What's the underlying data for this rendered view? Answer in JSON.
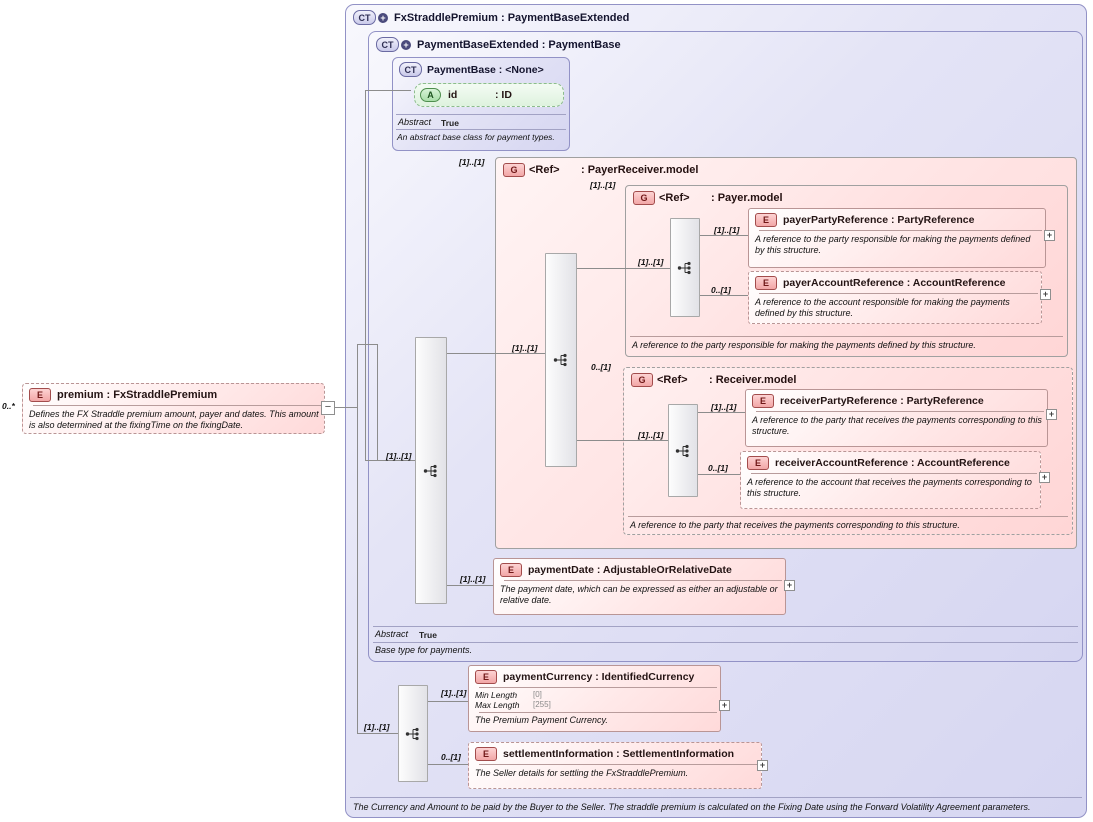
{
  "icons": {
    "plus": "+",
    "minus": "−"
  },
  "nodes": {
    "root": {
      "badge": "CT",
      "title": "FxStraddlePremium : PaymentBaseExtended",
      "footer": "The Currency and Amount to be paid by the Buyer to the Seller. The straddle premium is calculated on the Fixing Date using the Forward Volatility Agreement parameters."
    },
    "payment_base_extended": {
      "badge": "CT",
      "title": "PaymentBaseExtended : PaymentBase",
      "abstract_label": "Abstract",
      "abstract_value": "True",
      "footer": "Base type for payments."
    },
    "payment_base": {
      "badge": "CT",
      "title": "PaymentBase : <None>",
      "abstract_label": "Abstract",
      "abstract_value": "True",
      "footer": "An abstract base class for payment types.",
      "attr": {
        "badge": "A",
        "name": "id",
        "type": ": ID"
      }
    },
    "premium": {
      "badge": "E",
      "title": "premium : FxStraddlePremium",
      "desc": "Defines the FX Straddle premium amount, payer and dates. This amount is also determined at the fixingTime on the fixingDate."
    },
    "payer_receiver": {
      "badge": "G",
      "name": "<Ref>",
      "type": ": PayerReceiver.model"
    },
    "payer": {
      "badge": "G",
      "name": "<Ref>",
      "type": ": Payer.model",
      "footer": "A reference to the party responsible for making the payments defined by this structure."
    },
    "receiver": {
      "badge": "G",
      "name": "<Ref>",
      "type": ": Receiver.model",
      "footer": "A reference to the party that receives the payments corresponding to this structure."
    },
    "payer_party_reference": {
      "badge": "E",
      "title": "payerPartyReference : PartyReference",
      "desc": "A reference to the party responsible for making the payments defined by this structure."
    },
    "payer_account_reference": {
      "badge": "E",
      "title": "payerAccountReference : AccountReference",
      "desc": "A reference to the account responsible for making the payments defined by this structure."
    },
    "receiver_party_reference": {
      "badge": "E",
      "title": "receiverPartyReference : PartyReference",
      "desc": "A reference to the party that receives the payments corresponding to this structure."
    },
    "receiver_account_reference": {
      "badge": "E",
      "title": "receiverAccountReference : AccountReference",
      "desc": "A reference to the account that receives the payments corresponding to this structure."
    },
    "payment_date": {
      "badge": "E",
      "title": "paymentDate : AdjustableOrRelativeDate",
      "desc": "The payment date, which can be expressed as either an adjustable or relative date."
    },
    "payment_currency": {
      "badge": "E",
      "title": "paymentCurrency : IdentifiedCurrency",
      "facets": [
        {
          "label": "Min Length",
          "value": "[0]"
        },
        {
          "label": "Max Length",
          "value": "[255]"
        }
      ],
      "desc": "The Premium Payment Currency."
    },
    "settlement_information": {
      "badge": "E",
      "title": "settlementInformation : SettlementInformation",
      "desc": "The Seller details for settling the FxStraddlePremium."
    }
  },
  "multiplicities": {
    "premium": "0..*",
    "base_chain": "[1]..[1]",
    "payer_receiver_ref": "[1]..[1]",
    "payer_receiver_seq": "[1]..[1]",
    "payer_ref": "[1]..[1]",
    "payer_seq": "[1]..[1]",
    "payer_party_reference": "[1]..[1]",
    "payer_account_reference": "0..[1]",
    "receiver_ref": "0..[1]",
    "receiver_seq": "[1]..[1]",
    "receiver_party_reference": "[1]..[1]",
    "receiver_account_reference": "0..[1]",
    "payment_date": "[1]..[1]",
    "extension_seq": "[1]..[1]",
    "payment_currency": "[1]..[1]",
    "settlement_information": "0..[1]"
  }
}
